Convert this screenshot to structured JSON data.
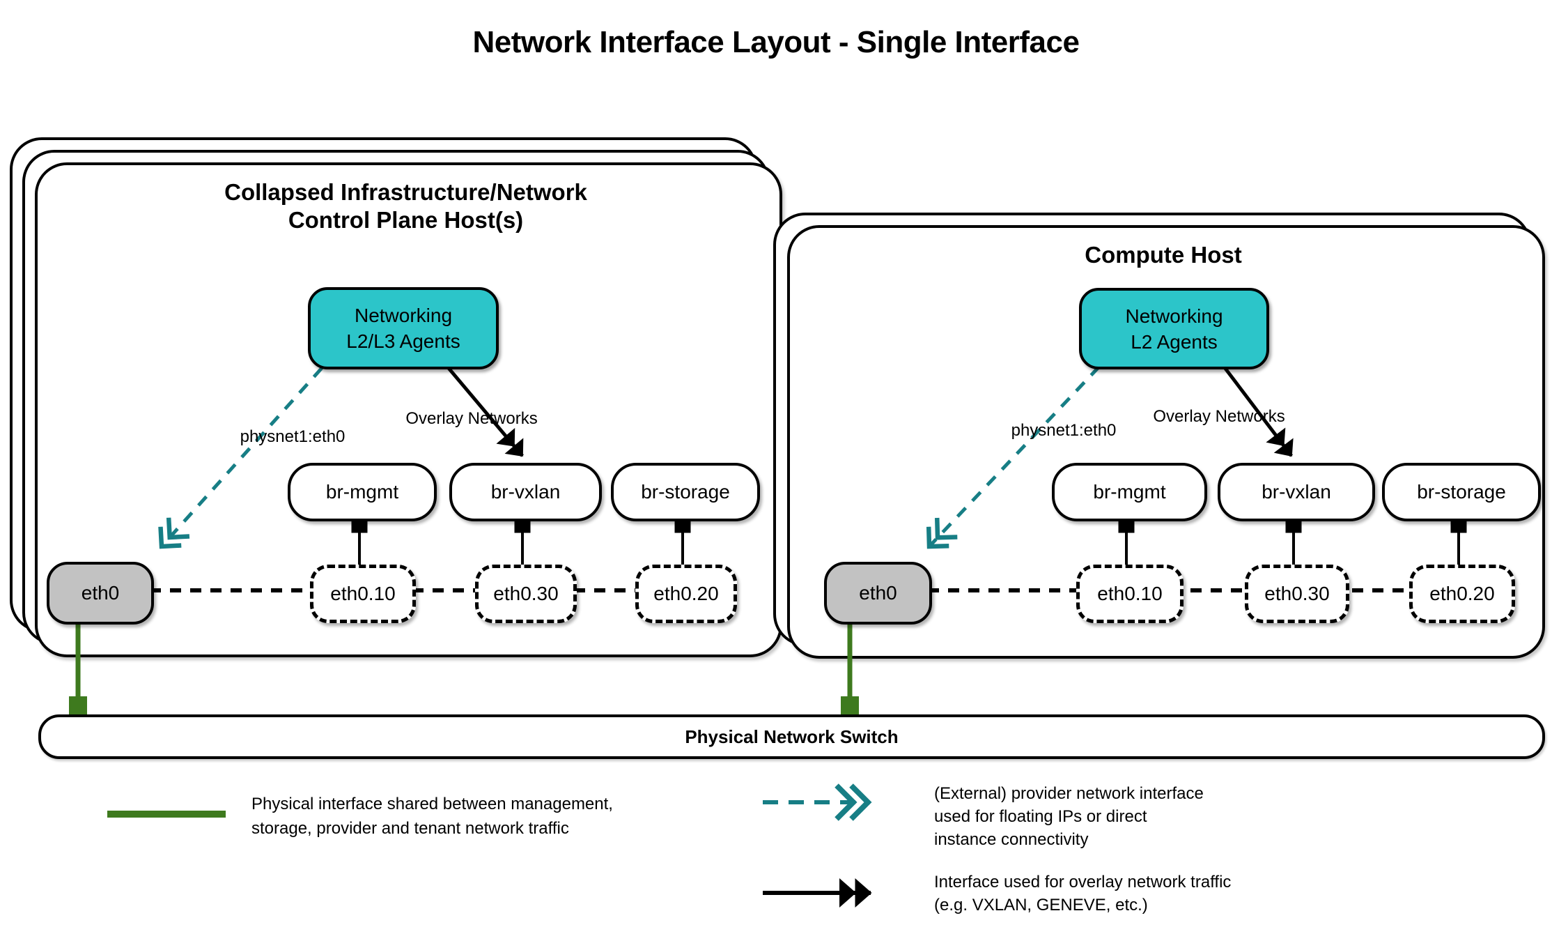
{
  "title": "Network Interface Layout - Single Interface",
  "colors": {
    "agent_fill_teal": "#2cc5c9",
    "provider_arrow_teal": "#177e85",
    "physical_link_green": "#3e7a1e",
    "interface_fill_gray": "#c2c2c2",
    "line_black": "#000000"
  },
  "hosts": [
    {
      "title_line1": "Collapsed Infrastructure/Network",
      "title_line2": "Control Plane Host(s)",
      "agent_line1": "Networking",
      "agent_line2": "L2/L3 Agents",
      "provider_label": "physnet1:eth0",
      "overlay_label": "Overlay Networks",
      "bridges": [
        "br-mgmt",
        "br-vxlan",
        "br-storage"
      ],
      "vlans": [
        "eth0.10",
        "eth0.30",
        "eth0.20"
      ],
      "interface": "eth0"
    },
    {
      "title_line1": "Compute Host",
      "agent_line1": "Networking",
      "agent_line2": "L2 Agents",
      "provider_label": "physnet1:eth0",
      "overlay_label": "Overlay Networks",
      "bridges": [
        "br-mgmt",
        "br-vxlan",
        "br-storage"
      ],
      "vlans": [
        "eth0.10",
        "eth0.30",
        "eth0.20"
      ],
      "interface": "eth0"
    }
  ],
  "switch_label": "Physical Network Switch",
  "legend": [
    {
      "lines": [
        "Physical interface shared between management,",
        "storage, provider and tenant network traffic"
      ]
    },
    {
      "lines": [
        "(External) provider network interface",
        "used for floating IPs or direct",
        "instance connectivity"
      ]
    },
    {
      "lines": [
        "Interface used for overlay network traffic",
        "(e.g. VXLAN, GENEVE, etc.)"
      ]
    }
  ]
}
